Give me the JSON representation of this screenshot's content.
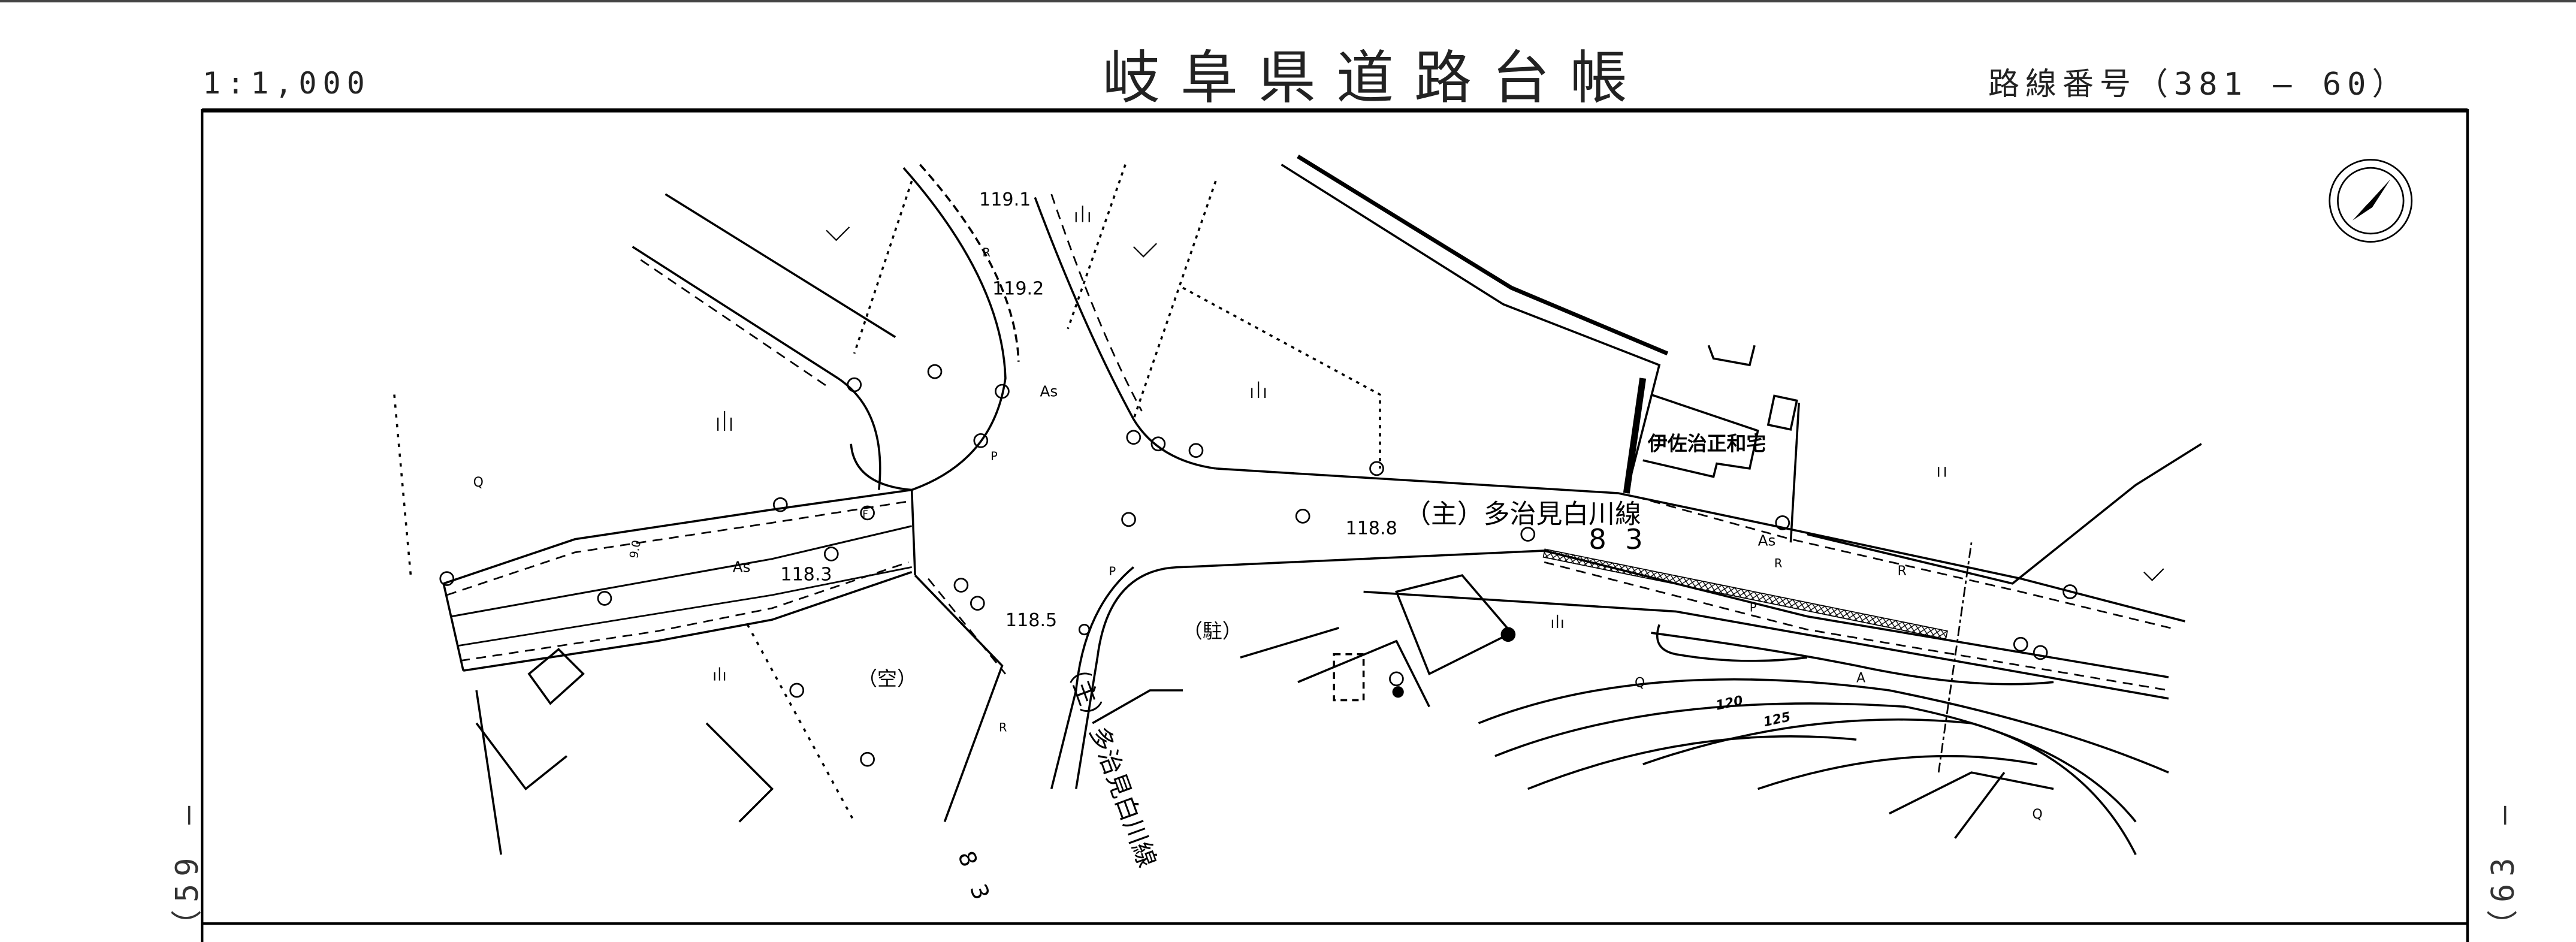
{
  "header": {
    "scale": "1:1,000",
    "title": "岐阜県道路台帳",
    "route_number": "路線番号（381 — 60）"
  },
  "side_labels": {
    "left": "（59 —",
    "right": "（63 —"
  },
  "map": {
    "elevations": [
      "119.1",
      "119.2",
      "118.8",
      "118.3",
      "118.5"
    ],
    "road_name_horizontal": "（主）多治見白川線",
    "road_number_horizontal": "8 3",
    "road_name_vertical": "（主）多治見白川線",
    "road_number_vertical": "8 3",
    "surface_labels": [
      "As",
      "As",
      "As"
    ],
    "parcels": {
      "vacant": "（空）",
      "parking": "（駐）",
      "residence": "伊佐治正和宅"
    },
    "contours": [
      "120",
      "125"
    ],
    "point_labels": [
      "R",
      "R",
      "R",
      "R",
      "P",
      "P",
      "P",
      "Q",
      "Q",
      "Q",
      "A"
    ],
    "dimension": "9.0",
    "compass": "north-arrow"
  }
}
